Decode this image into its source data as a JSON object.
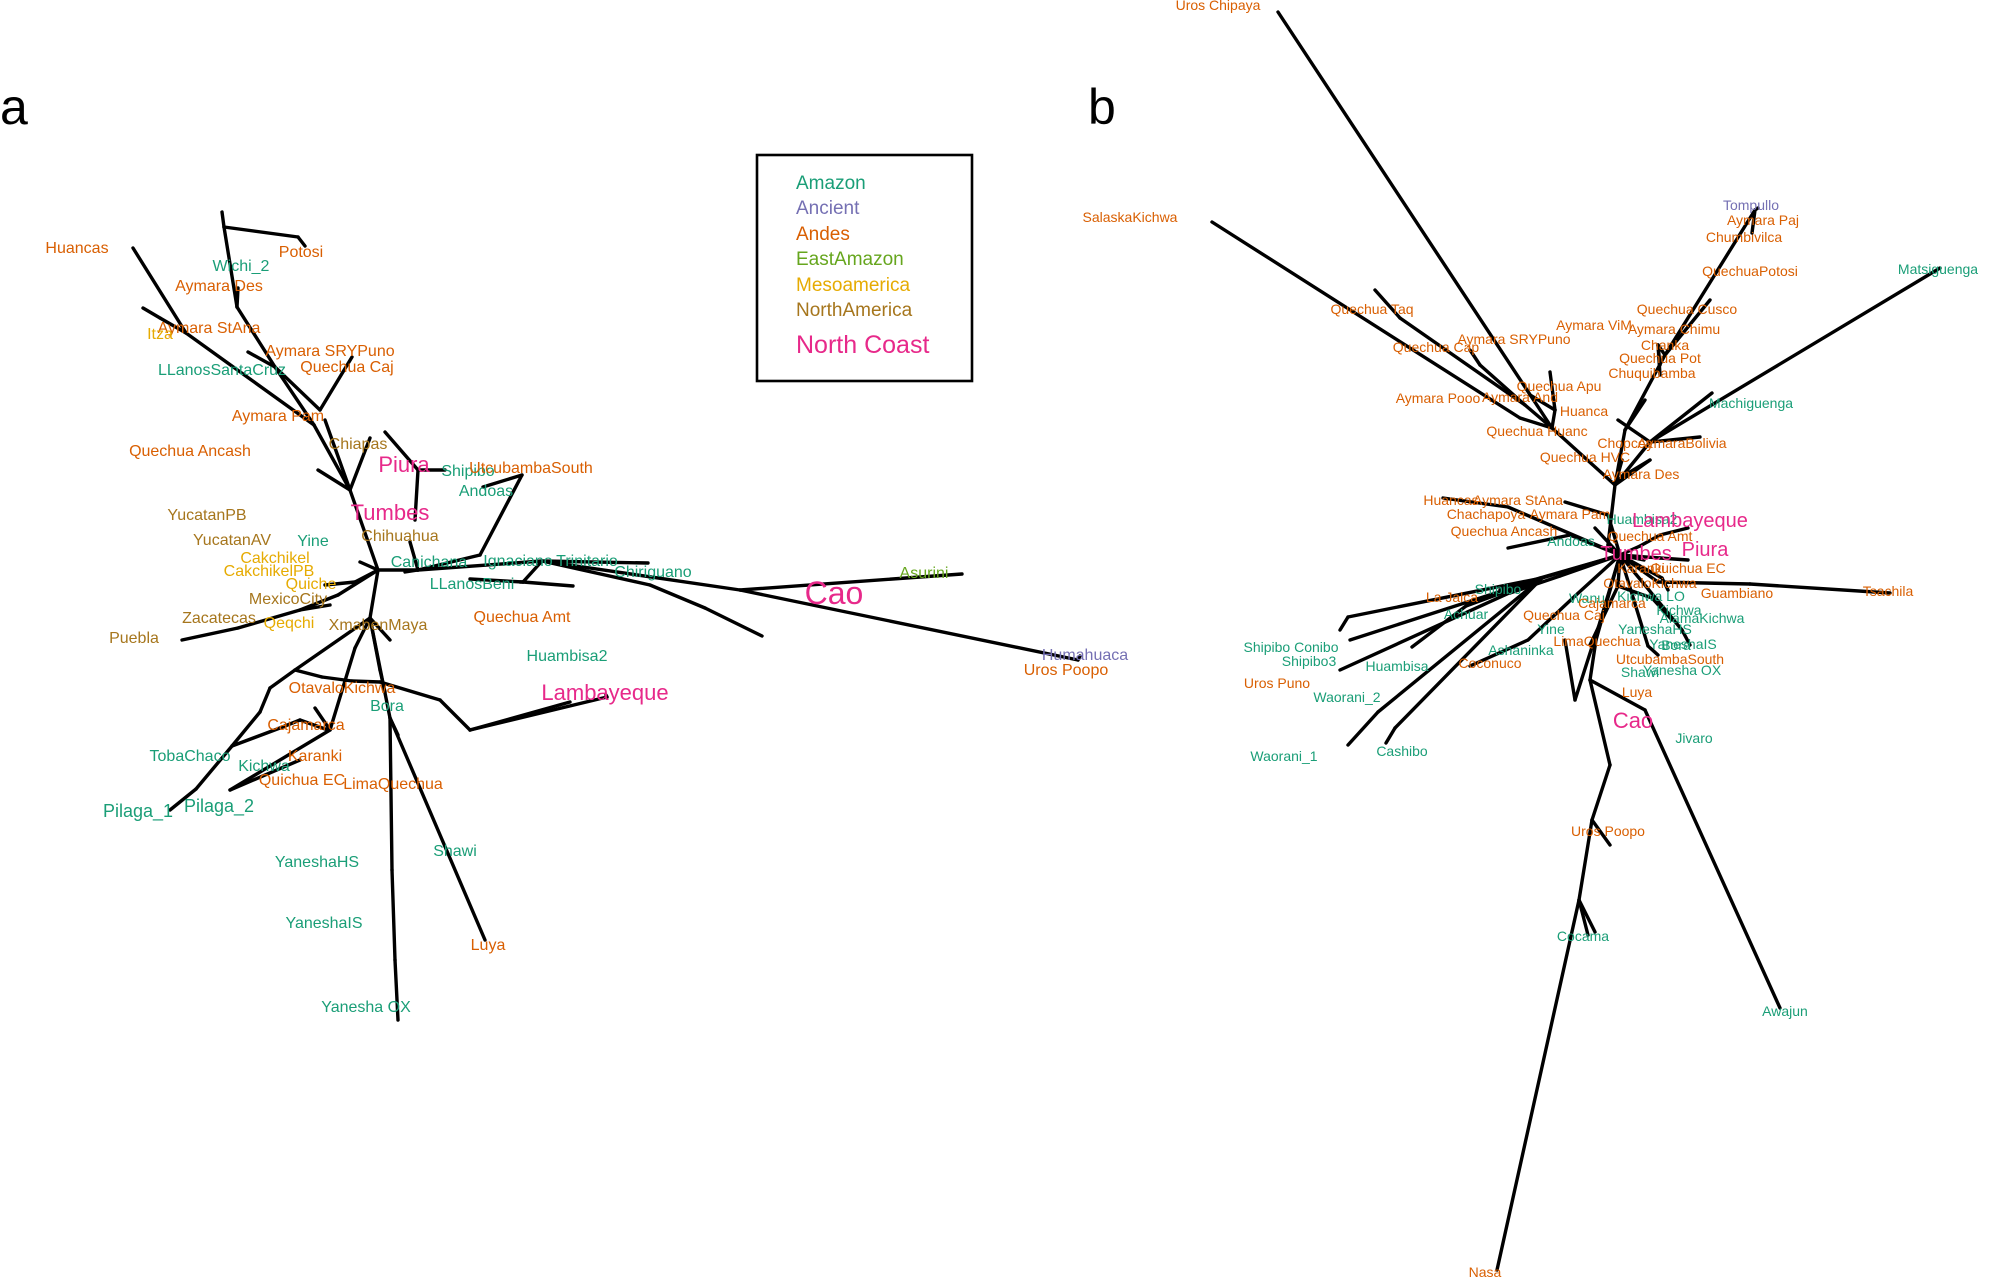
{
  "legend": {
    "categories": [
      {
        "label": "Amazon",
        "color": "#1a9e77"
      },
      {
        "label": "Ancient",
        "color": "#7570b3"
      },
      {
        "label": "Andes",
        "color": "#d95f02"
      },
      {
        "label": "EastAmazon",
        "color": "#66a61e"
      },
      {
        "label": "Mesoamerica",
        "color": "#e6ab02"
      },
      {
        "label": "NorthAmerica",
        "color": "#a6761d"
      },
      {
        "label": "North Coast",
        "color": "#e7298a"
      }
    ]
  },
  "panels": [
    {
      "letter": "a",
      "taxa": [
        {
          "label": "Huancas",
          "group": "Andes"
        },
        {
          "label": "Potosi",
          "group": "Andes"
        },
        {
          "label": "Wichi_2",
          "group": "Amazon"
        },
        {
          "label": "Aymara Des",
          "group": "Andes"
        },
        {
          "label": "Aymara StAna",
          "group": "Andes"
        },
        {
          "label": "Itza",
          "group": "Mesoamerica"
        },
        {
          "label": "Aymara SRYPuno",
          "group": "Andes"
        },
        {
          "label": "Quechua Caj",
          "group": "Andes"
        },
        {
          "label": "LLanosSantaCruz",
          "group": "Amazon"
        },
        {
          "label": "Aymara Pam",
          "group": "Andes"
        },
        {
          "label": "Chiapas",
          "group": "NorthAmerica"
        },
        {
          "label": "Quechua Ancash",
          "group": "Andes"
        },
        {
          "label": "Piura",
          "group": "North Coast"
        },
        {
          "label": "Shipibo",
          "group": "Amazon"
        },
        {
          "label": "UtcubambaSouth",
          "group": "Andes"
        },
        {
          "label": "Andoas",
          "group": "Amazon"
        },
        {
          "label": "Tumbes",
          "group": "North Coast"
        },
        {
          "label": "YucatanPB",
          "group": "NorthAmerica"
        },
        {
          "label": "Chihuahua",
          "group": "NorthAmerica"
        },
        {
          "label": "YucatanAV",
          "group": "NorthAmerica"
        },
        {
          "label": "Yine",
          "group": "Amazon"
        },
        {
          "label": "Cakchikel",
          "group": "Mesoamerica"
        },
        {
          "label": "CakchikelPB",
          "group": "Mesoamerica"
        },
        {
          "label": "Canichana",
          "group": "Amazon"
        },
        {
          "label": "Ignaciano",
          "group": "Amazon"
        },
        {
          "label": "Trinitario",
          "group": "Amazon"
        },
        {
          "label": "Chiriguano",
          "group": "Amazon"
        },
        {
          "label": "Asurini",
          "group": "EastAmazon"
        },
        {
          "label": "Quiche",
          "group": "Mesoamerica"
        },
        {
          "label": "LLanosBeni",
          "group": "Amazon"
        },
        {
          "label": "Cao",
          "group": "North Coast"
        },
        {
          "label": "MexicoCity",
          "group": "NorthAmerica"
        },
        {
          "label": "Zacatecas",
          "group": "NorthAmerica"
        },
        {
          "label": "Qeqchi",
          "group": "Mesoamerica"
        },
        {
          "label": "Quechua Amt",
          "group": "Andes"
        },
        {
          "label": "XmabenMaya",
          "group": "NorthAmerica"
        },
        {
          "label": "Puebla",
          "group": "NorthAmerica"
        },
        {
          "label": "Humahuaca",
          "group": "Ancient"
        },
        {
          "label": "Huambisa2",
          "group": "Amazon"
        },
        {
          "label": "Uros Poopo",
          "group": "Andes"
        },
        {
          "label": "OtavaloKichwa",
          "group": "Andes"
        },
        {
          "label": "Lambayeque",
          "group": "North Coast"
        },
        {
          "label": "Bora",
          "group": "Amazon"
        },
        {
          "label": "Cajamarca",
          "group": "Andes"
        },
        {
          "label": "TobaChaco",
          "group": "Amazon"
        },
        {
          "label": "Karanki",
          "group": "Andes"
        },
        {
          "label": "Kichwa",
          "group": "Amazon"
        },
        {
          "label": "Quichua EC",
          "group": "Andes"
        },
        {
          "label": "LimaQuechua",
          "group": "Andes"
        },
        {
          "label": "Pilaga_1",
          "group": "Amazon"
        },
        {
          "label": "Pilaga_2",
          "group": "Amazon"
        },
        {
          "label": "Shawi",
          "group": "Amazon"
        },
        {
          "label": "YaneshaHS",
          "group": "Amazon"
        },
        {
          "label": "YaneshaIS",
          "group": "Amazon"
        },
        {
          "label": "Luya",
          "group": "Andes"
        },
        {
          "label": "Yanesha OX",
          "group": "Amazon"
        }
      ]
    },
    {
      "letter": "b",
      "taxa": [
        {
          "label": "Uros Chipaya",
          "group": "Andes"
        },
        {
          "label": "Tompullo",
          "group": "Ancient"
        },
        {
          "label": "SalaskaKichwa",
          "group": "Andes"
        },
        {
          "label": "Aymara Paj",
          "group": "Andes"
        },
        {
          "label": "Chumbivilca",
          "group": "Andes"
        },
        {
          "label": "QuechuaPotosi",
          "group": "Andes"
        },
        {
          "label": "Matsiguenga",
          "group": "Amazon"
        },
        {
          "label": "Quechua Taq",
          "group": "Andes"
        },
        {
          "label": "Quechua Cusco",
          "group": "Andes"
        },
        {
          "label": "Aymara ViM",
          "group": "Andes"
        },
        {
          "label": "Aymara Chimu",
          "group": "Andes"
        },
        {
          "label": "Quechua Cap",
          "group": "Andes"
        },
        {
          "label": "Aymara SRYPuno",
          "group": "Andes"
        },
        {
          "label": "Chanka",
          "group": "Andes"
        },
        {
          "label": "Quechua Pot",
          "group": "Andes"
        },
        {
          "label": "Chuquibamba",
          "group": "Andes"
        },
        {
          "label": "Quechua Apu",
          "group": "Andes"
        },
        {
          "label": "Aymara Pooo",
          "group": "Andes"
        },
        {
          "label": "Aymara And",
          "group": "Andes"
        },
        {
          "label": "Machiguenga",
          "group": "Amazon"
        },
        {
          "label": "Huanca",
          "group": "Andes"
        },
        {
          "label": "Quechua Huanc",
          "group": "Andes"
        },
        {
          "label": "Chopcca",
          "group": "Andes"
        },
        {
          "label": "AymaraBolivia",
          "group": "Andes"
        },
        {
          "label": "Quechua HVC",
          "group": "Andes"
        },
        {
          "label": "Aymara Des",
          "group": "Andes"
        },
        {
          "label": "Huancas",
          "group": "Andes"
        },
        {
          "label": "Aymara StAna",
          "group": "Andes"
        },
        {
          "label": "Aymara Pam",
          "group": "Andes"
        },
        {
          "label": "Huambisa2",
          "group": "Amazon"
        },
        {
          "label": "Lambayeque",
          "group": "North Coast"
        },
        {
          "label": "Chachapoya",
          "group": "Andes"
        },
        {
          "label": "Quechua Amt",
          "group": "Andes"
        },
        {
          "label": "Quechua Ancash",
          "group": "Andes"
        },
        {
          "label": "Andoas",
          "group": "Amazon"
        },
        {
          "label": "Tumbes",
          "group": "North Coast"
        },
        {
          "label": "Piura",
          "group": "North Coast"
        },
        {
          "label": "Karanki",
          "group": "Andes"
        },
        {
          "label": "Quichua EC",
          "group": "Andes"
        },
        {
          "label": "OtavaloKichwa",
          "group": "Andes"
        },
        {
          "label": "Shipibo",
          "group": "Amazon"
        },
        {
          "label": "Guambiano",
          "group": "Andes"
        },
        {
          "label": "Tsachila",
          "group": "Andes"
        },
        {
          "label": "Kichwa LO",
          "group": "Amazon"
        },
        {
          "label": "La Jalca",
          "group": "Andes"
        },
        {
          "label": "Wanu",
          "group": "Amazon"
        },
        {
          "label": "Cajamarca",
          "group": "Andes"
        },
        {
          "label": "Kichwa",
          "group": "Amazon"
        },
        {
          "label": "AlamaKichwa",
          "group": "Amazon"
        },
        {
          "label": "Achuar",
          "group": "Amazon"
        },
        {
          "label": "Quechua Caj",
          "group": "Andes"
        },
        {
          "label": "YaneshaHS",
          "group": "Amazon"
        },
        {
          "label": "Yine",
          "group": "Amazon"
        },
        {
          "label": "LimaQuechua",
          "group": "Andes"
        },
        {
          "label": "YaneshaIS",
          "group": "Amazon"
        },
        {
          "label": "Bora",
          "group": "Amazon"
        },
        {
          "label": "Shipibo Conibo",
          "group": "Amazon"
        },
        {
          "label": "UtcubambaSouth",
          "group": "Andes"
        },
        {
          "label": "Ashaninka",
          "group": "Amazon"
        },
        {
          "label": "Yanesha OX",
          "group": "Amazon"
        },
        {
          "label": "Shipibo3",
          "group": "Amazon"
        },
        {
          "label": "Huambisa",
          "group": "Amazon"
        },
        {
          "label": "Coconuco",
          "group": "Andes"
        },
        {
          "label": "Shawi",
          "group": "Amazon"
        },
        {
          "label": "Uros Puno",
          "group": "Andes"
        },
        {
          "label": "Waorani_2",
          "group": "Amazon"
        },
        {
          "label": "Luya",
          "group": "Andes"
        },
        {
          "label": "Cao",
          "group": "North Coast"
        },
        {
          "label": "Jivaro",
          "group": "Amazon"
        },
        {
          "label": "Waorani_1",
          "group": "Amazon"
        },
        {
          "label": "Cashibo",
          "group": "Amazon"
        },
        {
          "label": "Uros Poopo",
          "group": "Andes"
        },
        {
          "label": "Cocama",
          "group": "Amazon"
        },
        {
          "label": "Awajun",
          "group": "Amazon"
        },
        {
          "label": "Nasa",
          "group": "Andes"
        }
      ]
    }
  ]
}
